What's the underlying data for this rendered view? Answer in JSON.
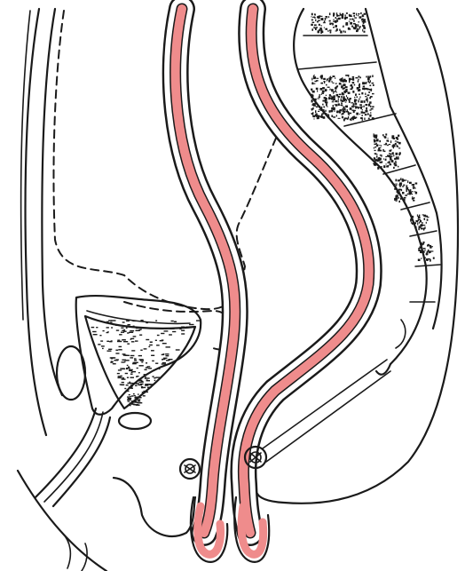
{
  "figure": {
    "kind": "sagittal pelvic anatomy line drawing",
    "colors": {
      "ink": "#1a1a1a",
      "mucosa": "#ef8c8c",
      "background": "#ffffff"
    },
    "structures": [
      "abdominal-wall",
      "peritoneum-dashed-line",
      "bladder",
      "prostate",
      "urethra",
      "anterior-tube",
      "posterior-tube",
      "sacrum",
      "coccyx",
      "sphincter-cross-sections",
      "buttock-contour"
    ]
  }
}
